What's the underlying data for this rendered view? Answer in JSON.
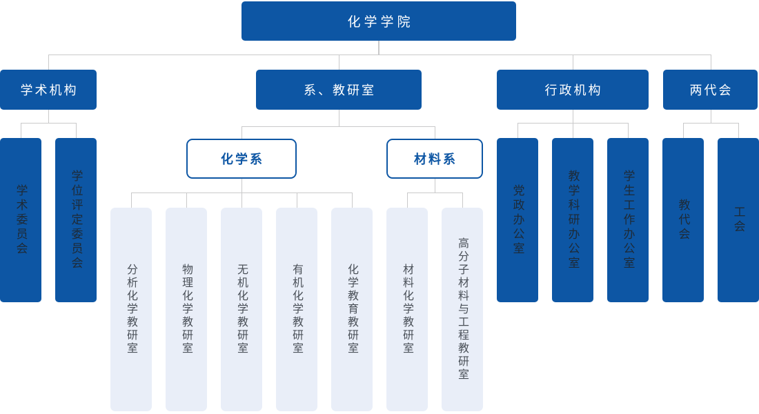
{
  "colors": {
    "primary_blue": "#0d56a4",
    "header_text": "#ffffff",
    "dark_label_on_blue": "#1e2a36",
    "outline_box_text": "#0d56a4",
    "light_box_bg": "#e9eef8",
    "light_box_text": "#4a5058",
    "connector_gray": "#c9c9ca"
  },
  "chart": {
    "root": {
      "label": "化学学院"
    },
    "branches": [
      {
        "label": "学术机构",
        "children": [
          {
            "label": "学术委员会"
          },
          {
            "label": "学位评定委员会"
          }
        ]
      },
      {
        "label": "系、教研室",
        "departments": [
          {
            "label": "化学系",
            "offices": [
              {
                "label": "分析化学教研室"
              },
              {
                "label": "物理化学教研室"
              },
              {
                "label": "无机化学教研室"
              },
              {
                "label": "有机化学教研室"
              },
              {
                "label": "化学教育教研室"
              }
            ]
          },
          {
            "label": "材料系",
            "offices": [
              {
                "label": "材料化学教研室"
              },
              {
                "label": "高分子材料与工程教研室"
              }
            ]
          }
        ]
      },
      {
        "label": "行政机构",
        "children": [
          {
            "label": "党政办公室"
          },
          {
            "label": "教学科研办公室"
          },
          {
            "label": "学生工作办公室"
          }
        ]
      },
      {
        "label": "两代会",
        "children": [
          {
            "label": "教代会"
          },
          {
            "label": "工会"
          }
        ]
      }
    ]
  }
}
